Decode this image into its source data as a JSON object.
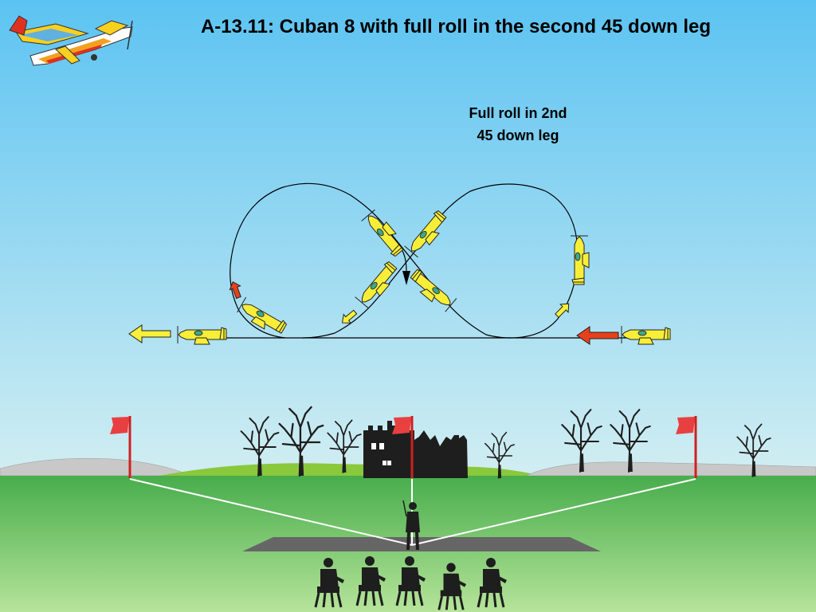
{
  "title": "A-13.11: Cuban 8 with full roll in the second 45 down leg",
  "annotation": {
    "line1": "Full roll in 2nd",
    "line2": "45 down leg"
  },
  "colors": {
    "sky_top": "#5cc3f2",
    "sky_bottom": "#d2eef2",
    "grass_top": "#48ad4c",
    "grass_bottom": "#b6e49a",
    "plane_yellow": "#f8ee38",
    "arrow_yellow": "#f8f03a",
    "arrow_red": "#e8401a",
    "flag_red": "#e84040",
    "pole_red": "#d02020",
    "flight_path": "#000000",
    "ground_line": "#ffffff",
    "runway": "#666666"
  },
  "icons": {
    "logo": "aerobatic-plane-logo-icon",
    "plane": "model-plane-icon",
    "flag": "judging-flag-icon",
    "tree": "bare-tree-icon",
    "castle": "castle-ruin-icon",
    "pilot": "pilot-silhouette-icon",
    "judge": "seated-judge-icon"
  }
}
